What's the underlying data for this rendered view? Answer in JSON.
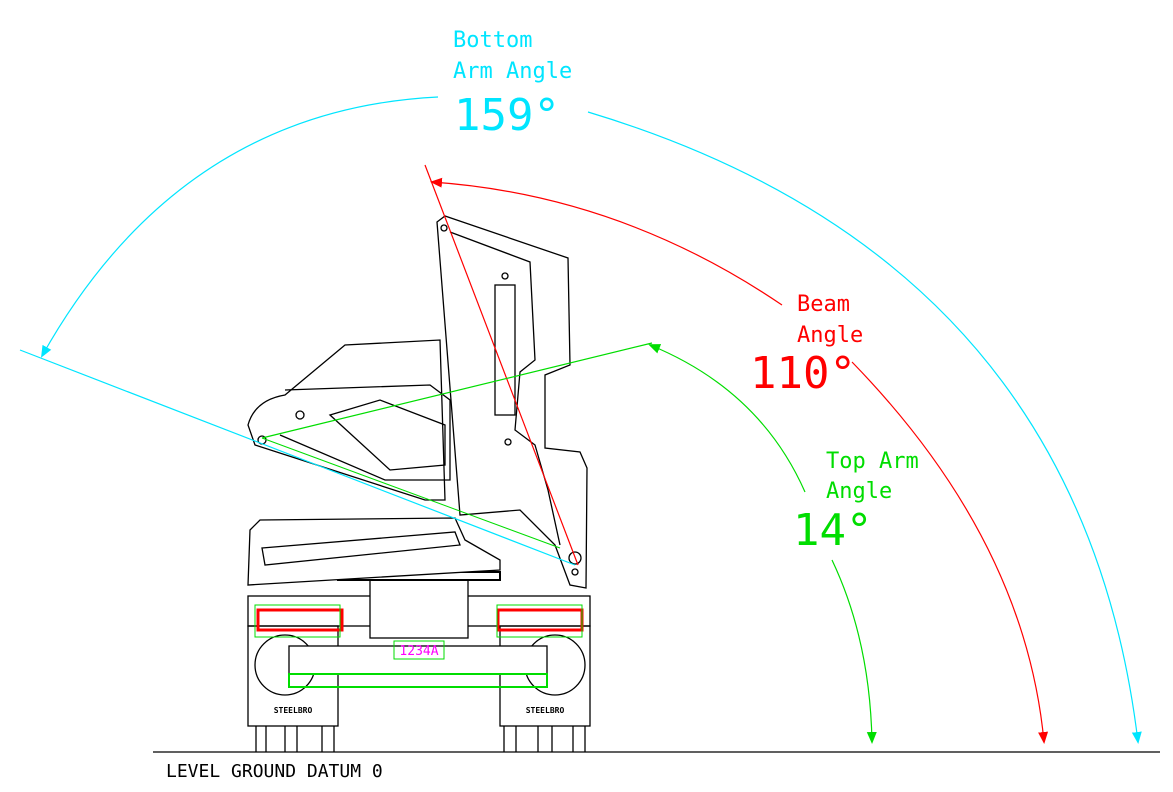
{
  "ground_label": "LEVEL GROUND DATUM 0",
  "bottom_arm": {
    "line1": "Bottom",
    "line2": "Arm Angle",
    "value": "159°",
    "color": "#00e5ff"
  },
  "beam": {
    "line1": "Beam",
    "line2": "Angle",
    "value": "110°",
    "color": "#ff0000"
  },
  "top_arm": {
    "line1": "Top Arm",
    "line2": "Angle",
    "value": "14°",
    "color": "#00dd00"
  },
  "plate": {
    "text": "1234A",
    "color": "#ff00ff"
  },
  "mudflap_left": "STEELBRO",
  "mudflap_right": "STEELBRO"
}
